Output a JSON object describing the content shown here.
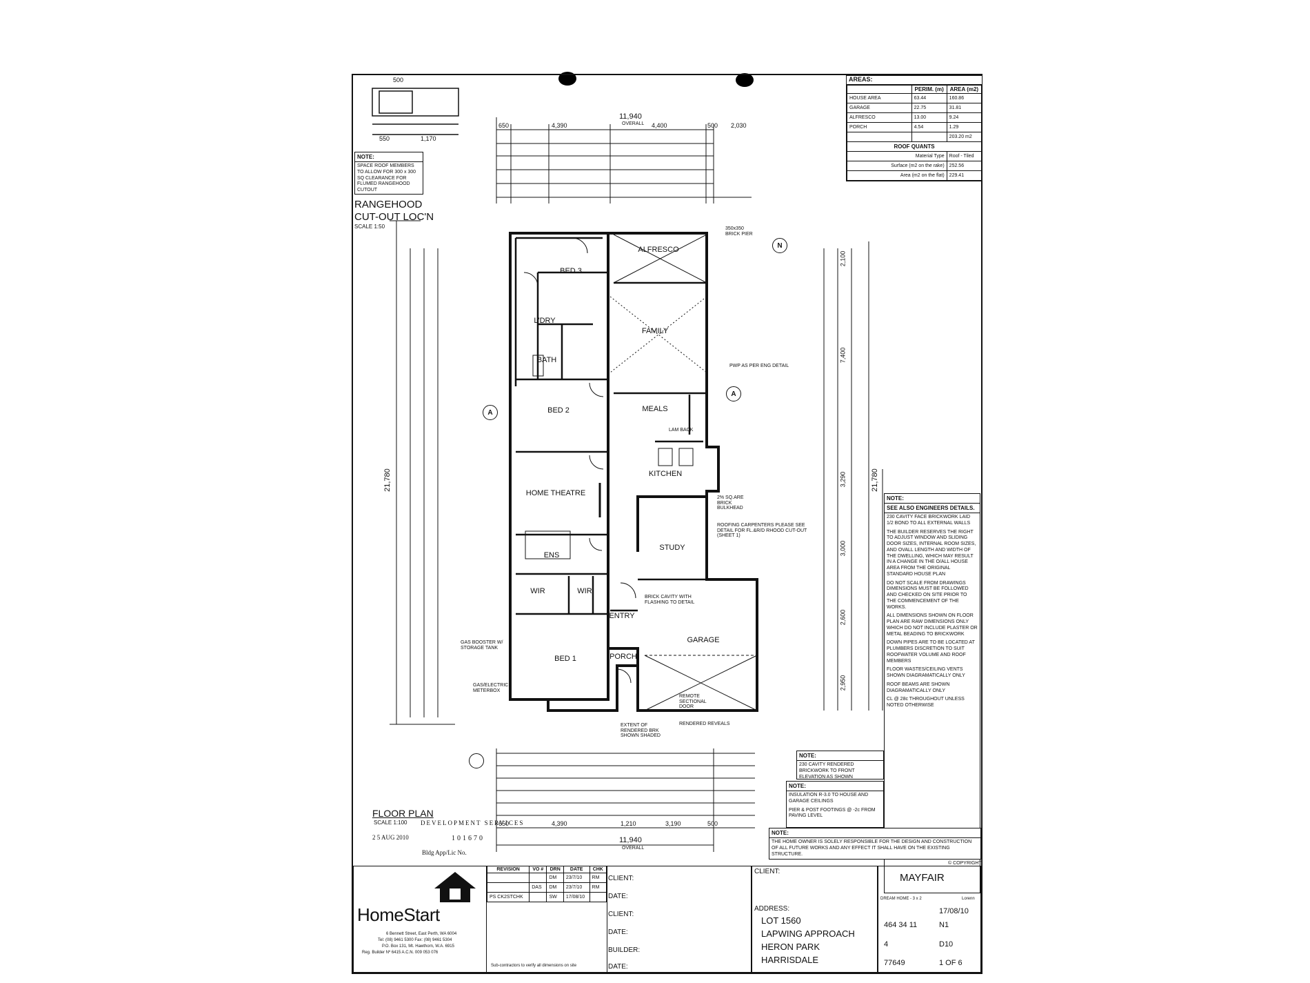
{
  "drawing": {
    "title": "FLOOR PLAN",
    "scale": "SCALE 1:100",
    "stamp_line": "DEVELOPMENT SERVICES",
    "stamp_date": "2 5 AUG 2010",
    "stamp_number": "101670",
    "stamp_caption": "Bldg App/Lic No.",
    "overall_width": "11,940",
    "overall_label": "OVERALL",
    "overall_depth": "21,780",
    "top_dims": [
      "650",
      "4,390",
      "4,400",
      "500",
      "2,030"
    ],
    "bottom_dims": [
      "650",
      "4,390",
      "1,210",
      "3,190",
      "500"
    ],
    "right_dims": [
      "2,100",
      "7,400",
      "3,290",
      "3,000",
      "2,600",
      "2,950"
    ]
  },
  "rangehood": {
    "title_1": "RANGEHOOD",
    "title_2": "CUT-OUT LOC'N",
    "scale": "SCALE 1:50",
    "dims": [
      "500",
      "550",
      "1,170"
    ],
    "note_title": "NOTE:",
    "note_text": "SPACE ROOF MEMBERS TO ALLOW FOR 300 x 300 SQ CLEARANCE FOR FLUMED RANGEHOOD CUTOUT"
  },
  "rooms": {
    "bed3": "BED 3",
    "alfresco": "ALFRESCO",
    "family": "FAMILY",
    "ldry": "L'DRY",
    "bath": "BATH",
    "meals": "MEALS",
    "bed2": "BED 2",
    "kitchen": "KITCHEN",
    "home_theatre": "HOME THEATRE",
    "study": "STUDY",
    "ens": "ENS",
    "wir_1": "WIR",
    "wir_2": "WIR",
    "entry": "ENTRY",
    "porch": "PORCH",
    "garage": "GARAGE",
    "bed1": "BED 1"
  },
  "annotations": {
    "roofing": "ROOFING CARPENTERS PLEASE SEE DETAIL FOR FL.&R/D RHOOD CUT-OUT (SHEET 1)",
    "gas_booster": "GAS BOOSTER W/ STORAGE TANK",
    "gas_meter": "GAS/ELECTRIC METERBOX",
    "brick_cavity": "BRICK CAVITY WITH FLASHING TO DETAIL",
    "rendered_reveals": "RENDERED REVEALS",
    "sectional_door": "REMOTE SECTIONAL DOOR",
    "rendered_brick": "EXTENT OF RENDERED BRK SHOWN SHADED",
    "brick_pier": "350x350 BRICK PIER",
    "bulkhead": "2% SQ.ARE BRICK BULKHEAD",
    "lam_back": "LAM BACK",
    "pwp": "PWP AS PER ENG DETAIL",
    "section_a": "A",
    "north": "N"
  },
  "areas": {
    "heading": "AREAS:",
    "col_perim": "PERIM. (m)",
    "col_area": "AREA (m2)",
    "rows": [
      {
        "name": "HOUSE AREA",
        "perim": "63.44",
        "area": "160.86"
      },
      {
        "name": "GARAGE",
        "perim": "22.75",
        "area": "31.81"
      },
      {
        "name": "ALFRESCO",
        "perim": "13.00",
        "area": "9.24"
      },
      {
        "name": "PORCH",
        "perim": "4.54",
        "area": "1.29"
      }
    ],
    "total": "203.20 m2",
    "roof_heading": "ROOF QUANTS",
    "roof_material_label": "Material Type",
    "roof_material": "Roof - Tiled",
    "roof_surface_label": "Surface (m2 on the rake)",
    "roof_surface": "252.56",
    "roof_area_label": "Area (m2 on the flat)",
    "roof_area": "229.41"
  },
  "notes_right": {
    "title": "NOTE:",
    "line": "SEE ALSO ENGINEERS DETAILS.",
    "items": [
      "230 CAVITY FACE BRICKWORK LAID 1/2 BOND TO ALL EXTERNAL WALLS",
      "THE BUILDER RESERVES THE RIGHT TO ADJUST WINDOW AND SLIDING DOOR SIZES, INTERNAL ROOM SIZES, AND OVALL LENGTH AND WIDTH OF THE DWELLING, WHICH MAY RESULT IN A CHANGE IN THE O/ALL HOUSE AREA FROM THE ORIGINAL STANDARD HOUSE PLAN",
      "DO NOT SCALE FROM DRAWINGS DIMENSIONS MUST BE FOLLOWED AND CHECKED ON SITE PRIOR TO THE COMMENCEMENT OF THE WORKS.",
      "ALL DIMENSIONS SHOWN ON FLOOR PLAN ARE RAW DIMENSIONS ONLY WHICH DO NOT INCLUDE PLASTER OR METAL BEADING TO BRICKWORK",
      "DOWN PIPES ARE TO BE LOCATED AT PLUMBERS DISCRETION TO SUIT ROOFWATER VOLUME AND ROOF MEMBERS",
      "FLOOR WASTES/CEILING VENTS SHOWN DIAGRAMATICALLY ONLY",
      "ROOF BEAMS ARE SHOWN DIAGRAMATICALLY ONLY",
      "CL @ 28c THROUGHOUT UNLESS NOTED OTHERWISE"
    ]
  },
  "notes_bottom": {
    "title1": "NOTE:",
    "text1": "230 CAVITY RENDERED BRICKWORK TO FRONT ELEVATION AS SHOWN",
    "title2": "NOTE:",
    "items": [
      "INSULATION R-3.0 TO HOUSE AND GARAGE CEILINGS",
      "PIER & POST FOOTINGS @ -2c FROM PAVING LEVEL"
    ],
    "title3": "NOTE:",
    "text3": "THE HOME OWNER IS SOLELY RESPONSIBLE FOR THE DESIGN AND CONSTRUCTION OF ALL FUTURE WORKS AND ANY EFFECT IT SHALL HAVE ON THE EXISTING STRUCTURE.",
    "copyright": "© COPYRIGHT"
  },
  "title_block": {
    "company": "HomeStart",
    "address_1": "6 Bennett Street, East Perth, WA 6004",
    "address_2": "Tel: (08) 9461 5300   Fax: (08) 9461 5304",
    "address_3": "P.O. Box 131, Mt. Hawthorn, W.A. 6915",
    "address_4": "Reg. Builder Nº 6415   A.C.N. 009 053 076",
    "rev_headers": [
      "REVISION",
      "VO #",
      "DRN",
      "DATE",
      "CHK"
    ],
    "rev_rows": [
      [
        "",
        "",
        "DM",
        "23/7/10",
        "RM"
      ],
      [
        "",
        "DAS",
        "DM",
        "23/7/10",
        "RM"
      ],
      [
        "PS CK2STCHK",
        "",
        "SW",
        "17/08/10",
        ""
      ]
    ],
    "client_label": "CLIENT:",
    "date_label": "DATE:",
    "builder_label": "BUILDER:",
    "client_head": "CLIENT:",
    "address_label": "ADDRESS:",
    "lot": "LOT 1560",
    "street": "LAPWING APPROACH",
    "estate": "HERON PARK",
    "suburb": "HARRISDALE",
    "design": "MAYFAIR",
    "design_sub": "DREAM HOME - 3 x 2",
    "elevation": "Lorenn",
    "date": "17/08/10",
    "plan_no": "464 34 11",
    "wind": "N1",
    "soil_category": "4",
    "eng_rating": "D10",
    "job_no": "77649",
    "sheet": "1 OF 6",
    "subcontractor": "Sub-contractors to verify all dimensions on site"
  }
}
